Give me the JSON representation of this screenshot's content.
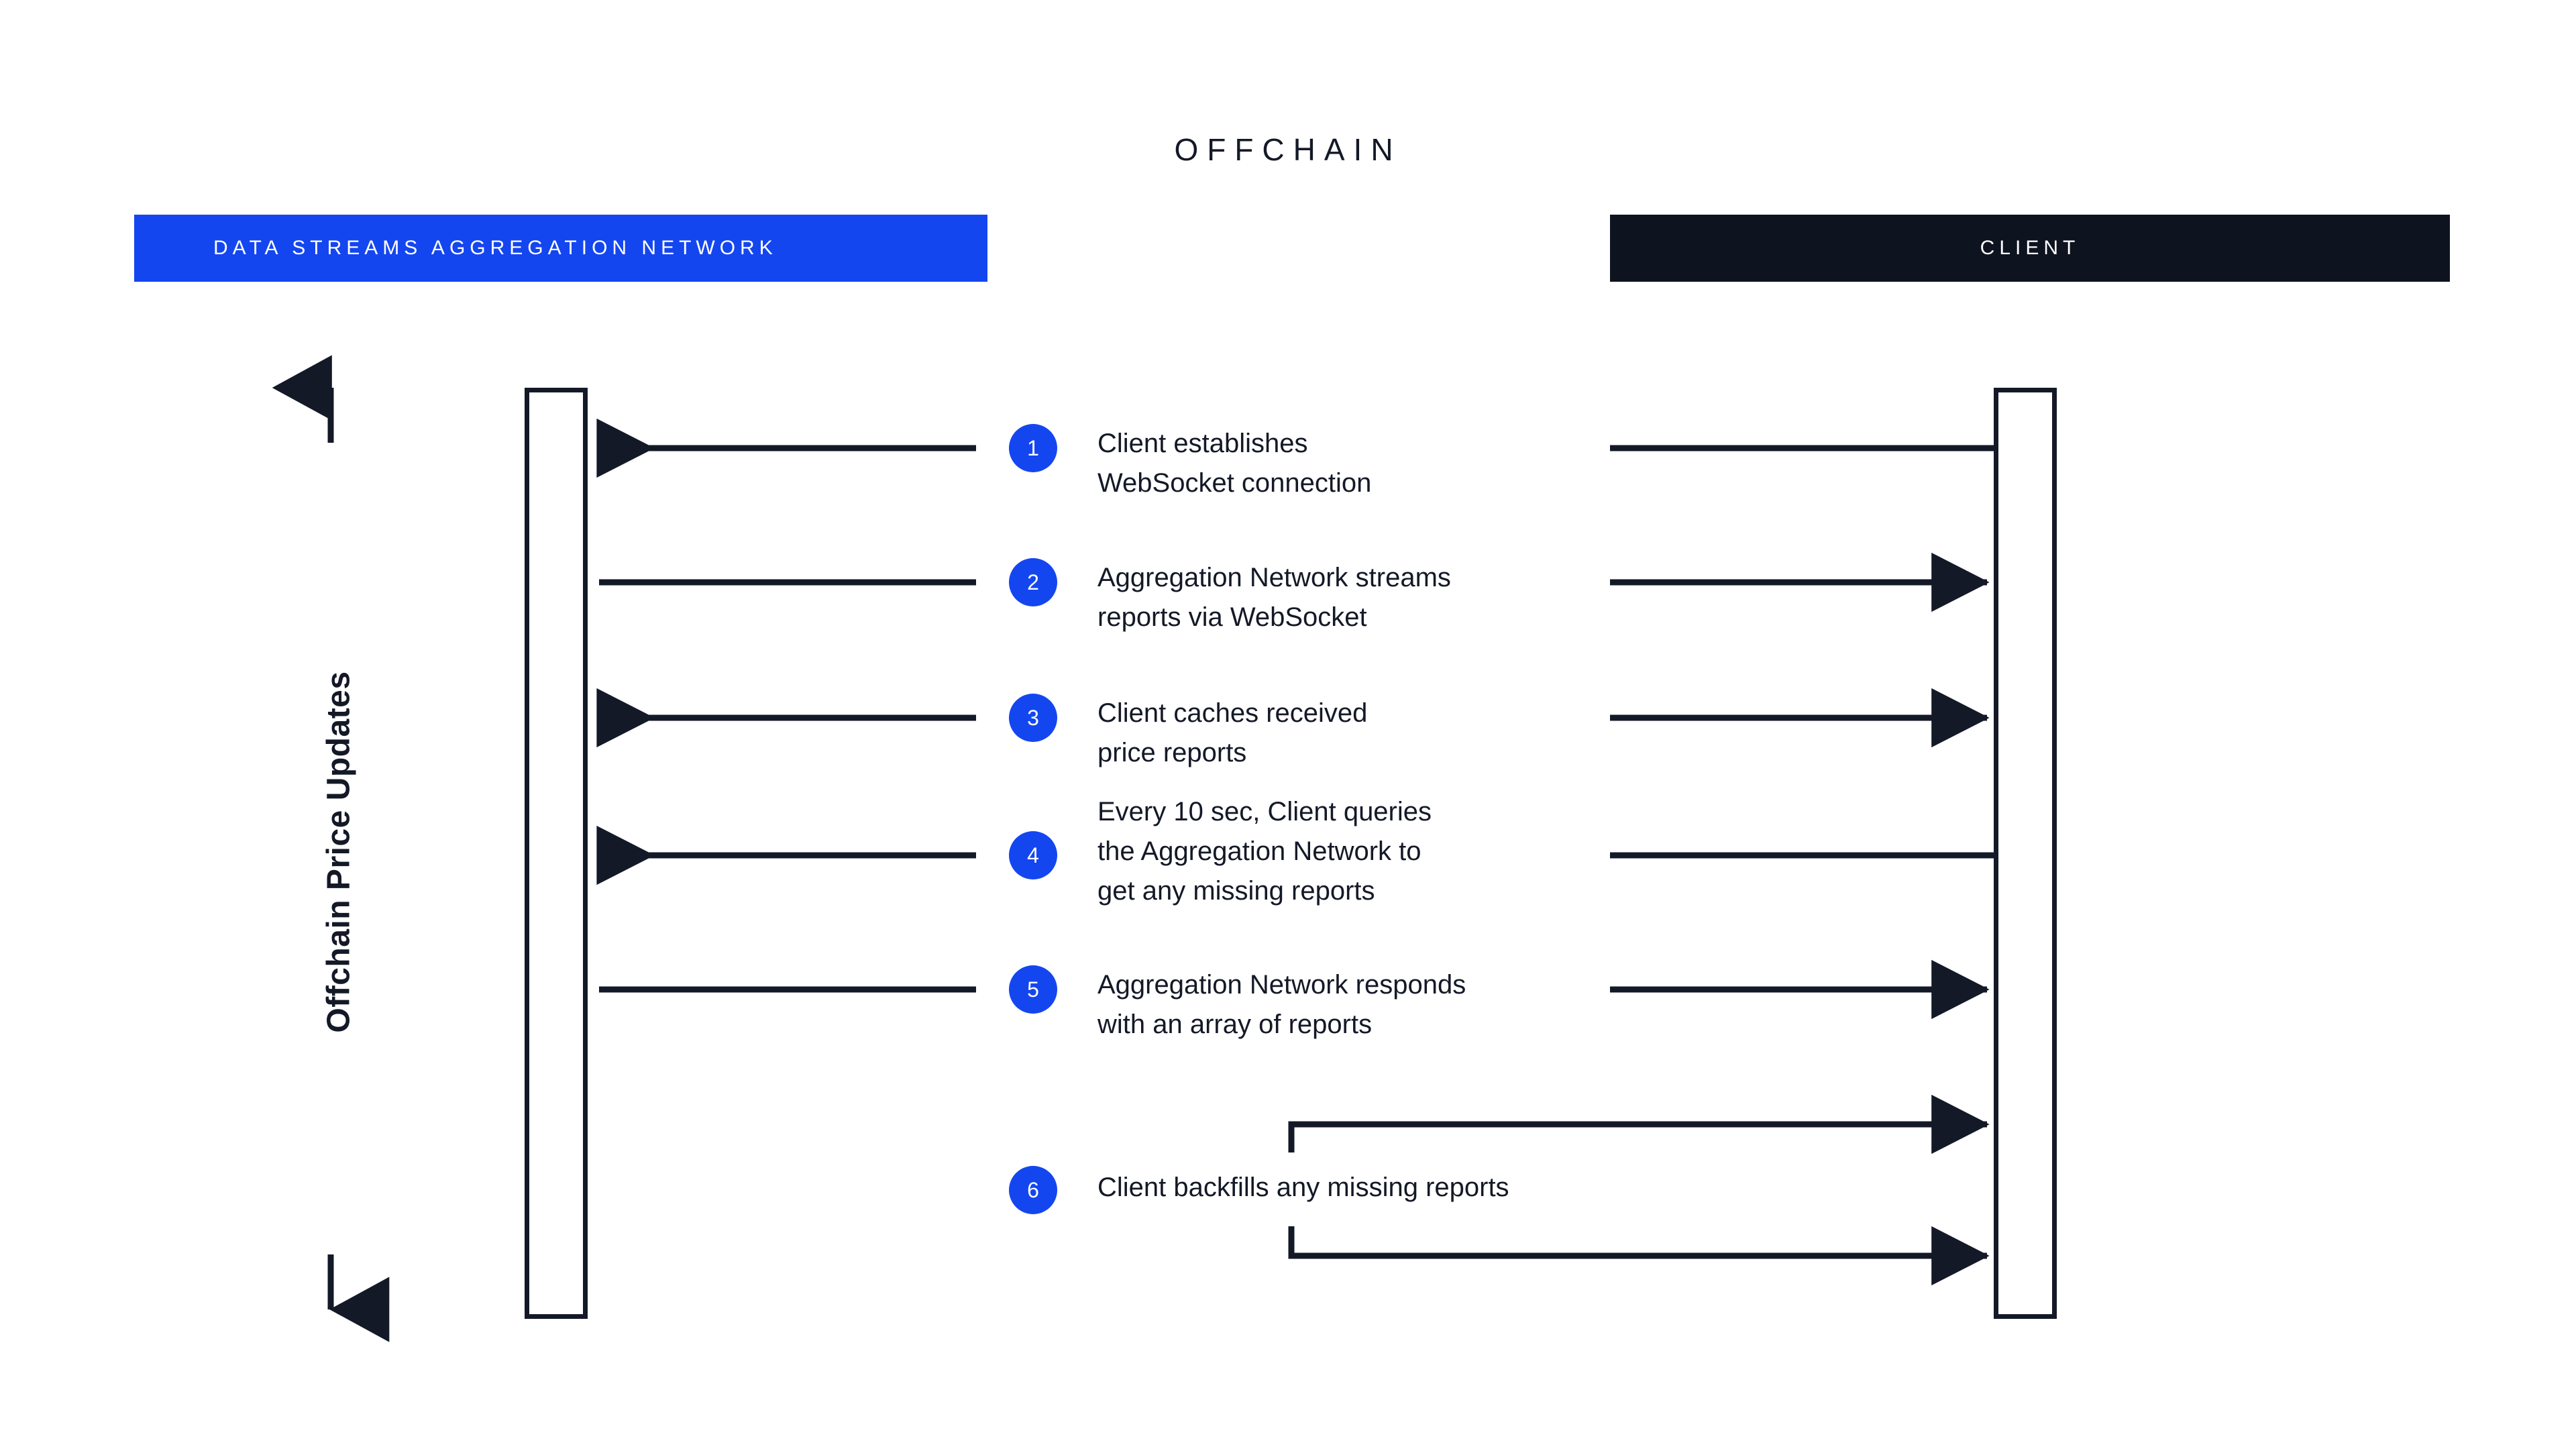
{
  "diagram": {
    "title": "OFFCHAIN",
    "vertical_axis_label": "Offchain Price Updates",
    "accent_blue": "#1446f0",
    "ink": "#141927",
    "lanes": [
      {
        "id": "network",
        "label": "DATA STREAMS AGGREGATION NETWORK",
        "bg": "#1446f0",
        "text": "#ffffff"
      },
      {
        "id": "client",
        "label": "CLIENT",
        "bg": "#0e1320",
        "text": "#ffffff"
      }
    ],
    "steps": [
      {
        "number": "1",
        "text": "Client establishes\nWebSocket connection",
        "direction": "to-network"
      },
      {
        "number": "2",
        "text": "Aggregation Network streams\nreports via WebSocket",
        "direction": "to-client"
      },
      {
        "number": "3",
        "text": "Client caches received\nprice reports",
        "direction": "to-network"
      },
      {
        "number": "4",
        "text": "Every 10 sec, Client queries\nthe Aggregation Network to\nget any missing reports",
        "direction": "to-network"
      },
      {
        "number": "5",
        "text": "Aggregation Network responds\nwith an array of reports",
        "direction": "to-client"
      },
      {
        "number": "6",
        "text": "Client backfills any missing reports",
        "direction": "client-self-loop"
      }
    ]
  }
}
